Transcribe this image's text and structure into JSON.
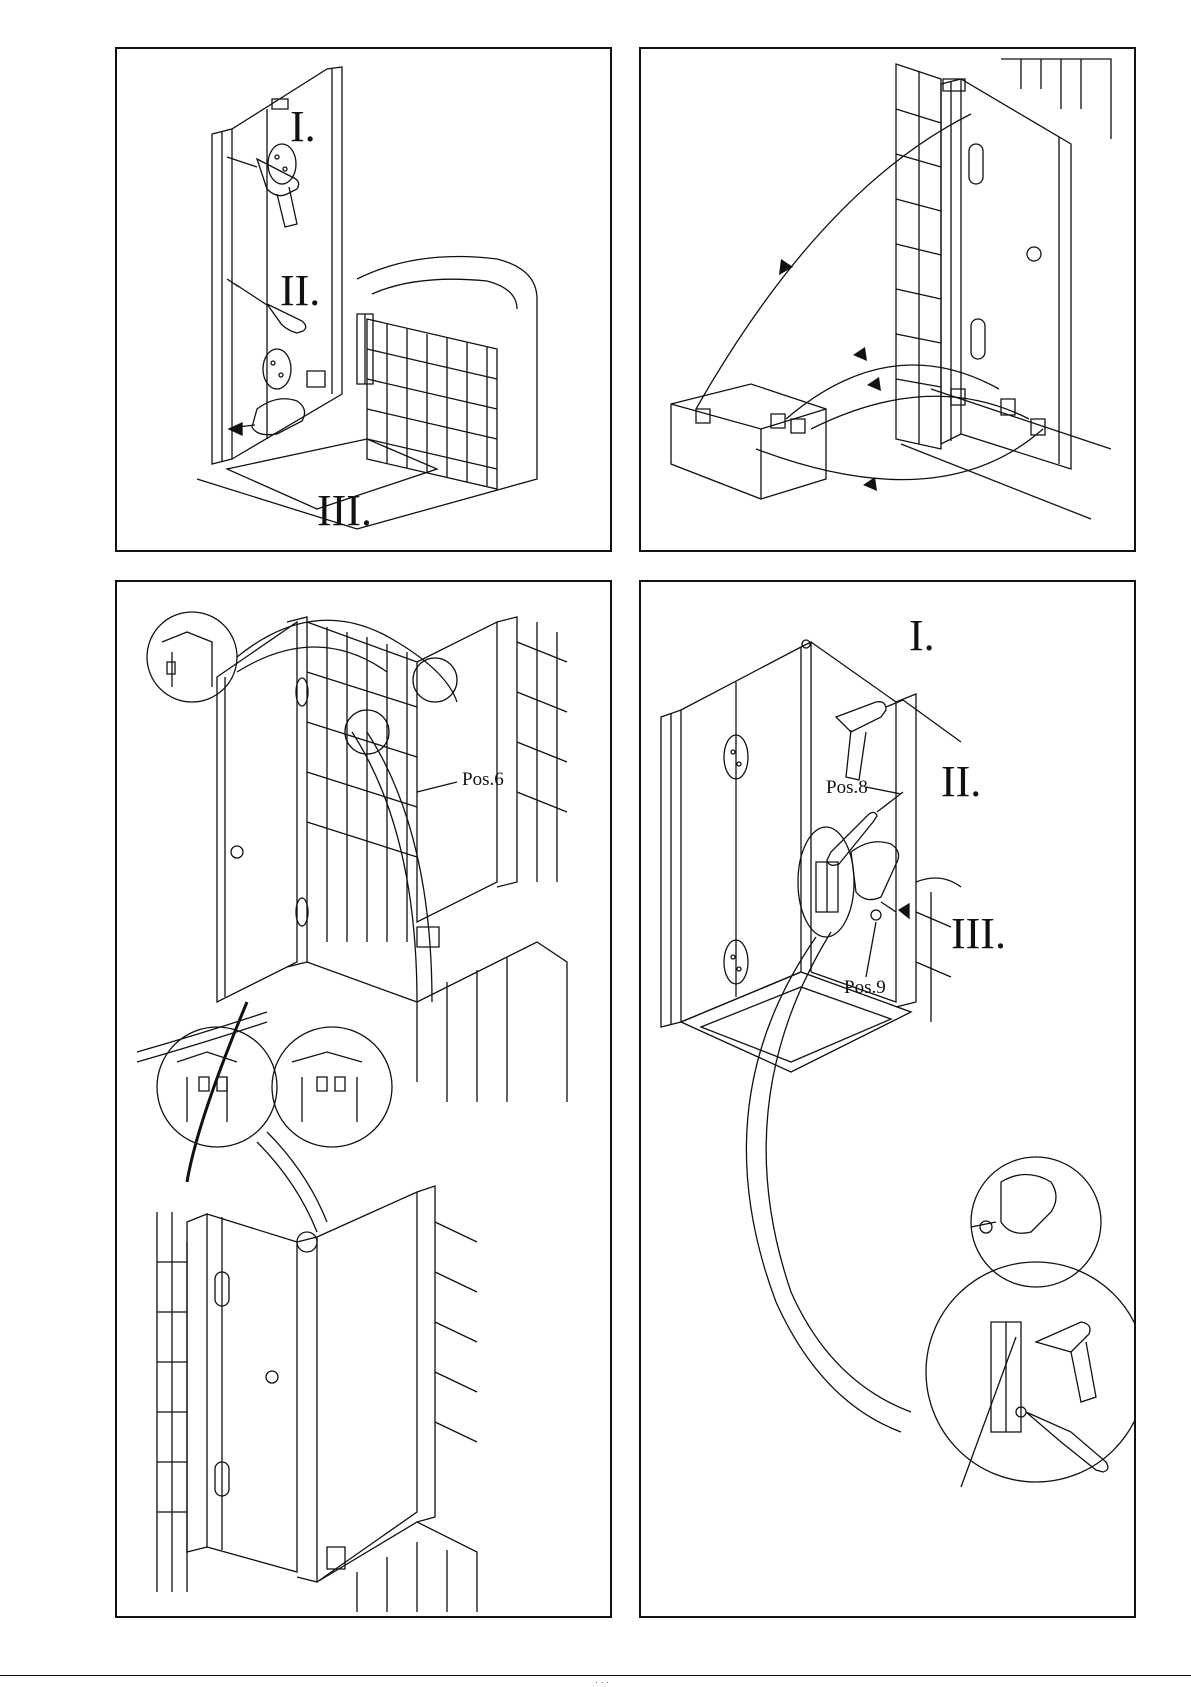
{
  "panel1": {
    "steps": [
      "I.",
      "II.",
      "III."
    ]
  },
  "panel3": {
    "pos_label": "Pos.6"
  },
  "panel4": {
    "steps": [
      "I.",
      "II.",
      "III."
    ],
    "pos8": "Pos.8",
    "pos9": "Pos.9"
  },
  "footer": {
    "mark": "· · ·"
  }
}
